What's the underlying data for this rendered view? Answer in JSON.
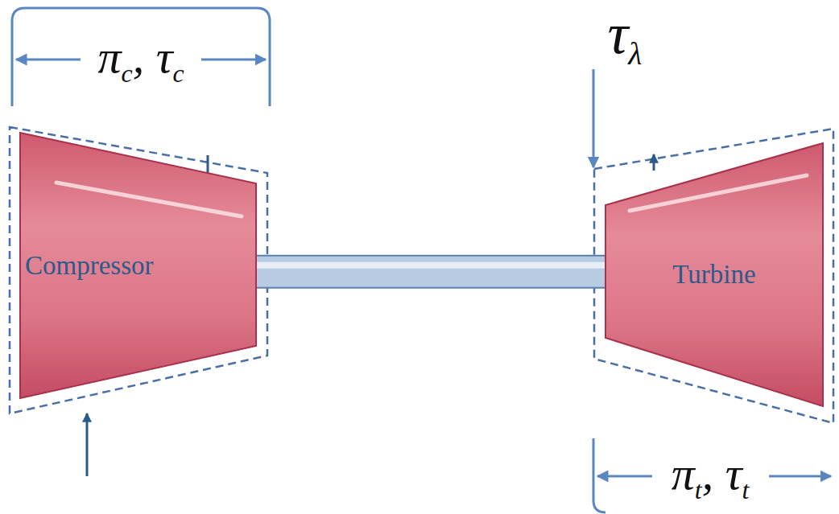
{
  "diagram": {
    "nodes": [
      {
        "text": [
          "Compressor"
        ]
      },
      {
        "text": [
          "Turbine"
        ]
      }
    ],
    "edges": [
      {
        "from": 0,
        "to": 1,
        "arrow": "none"
      }
    ],
    "labels": [
      "πc, τc",
      "τλ",
      "πt, τt"
    ]
  }
}
